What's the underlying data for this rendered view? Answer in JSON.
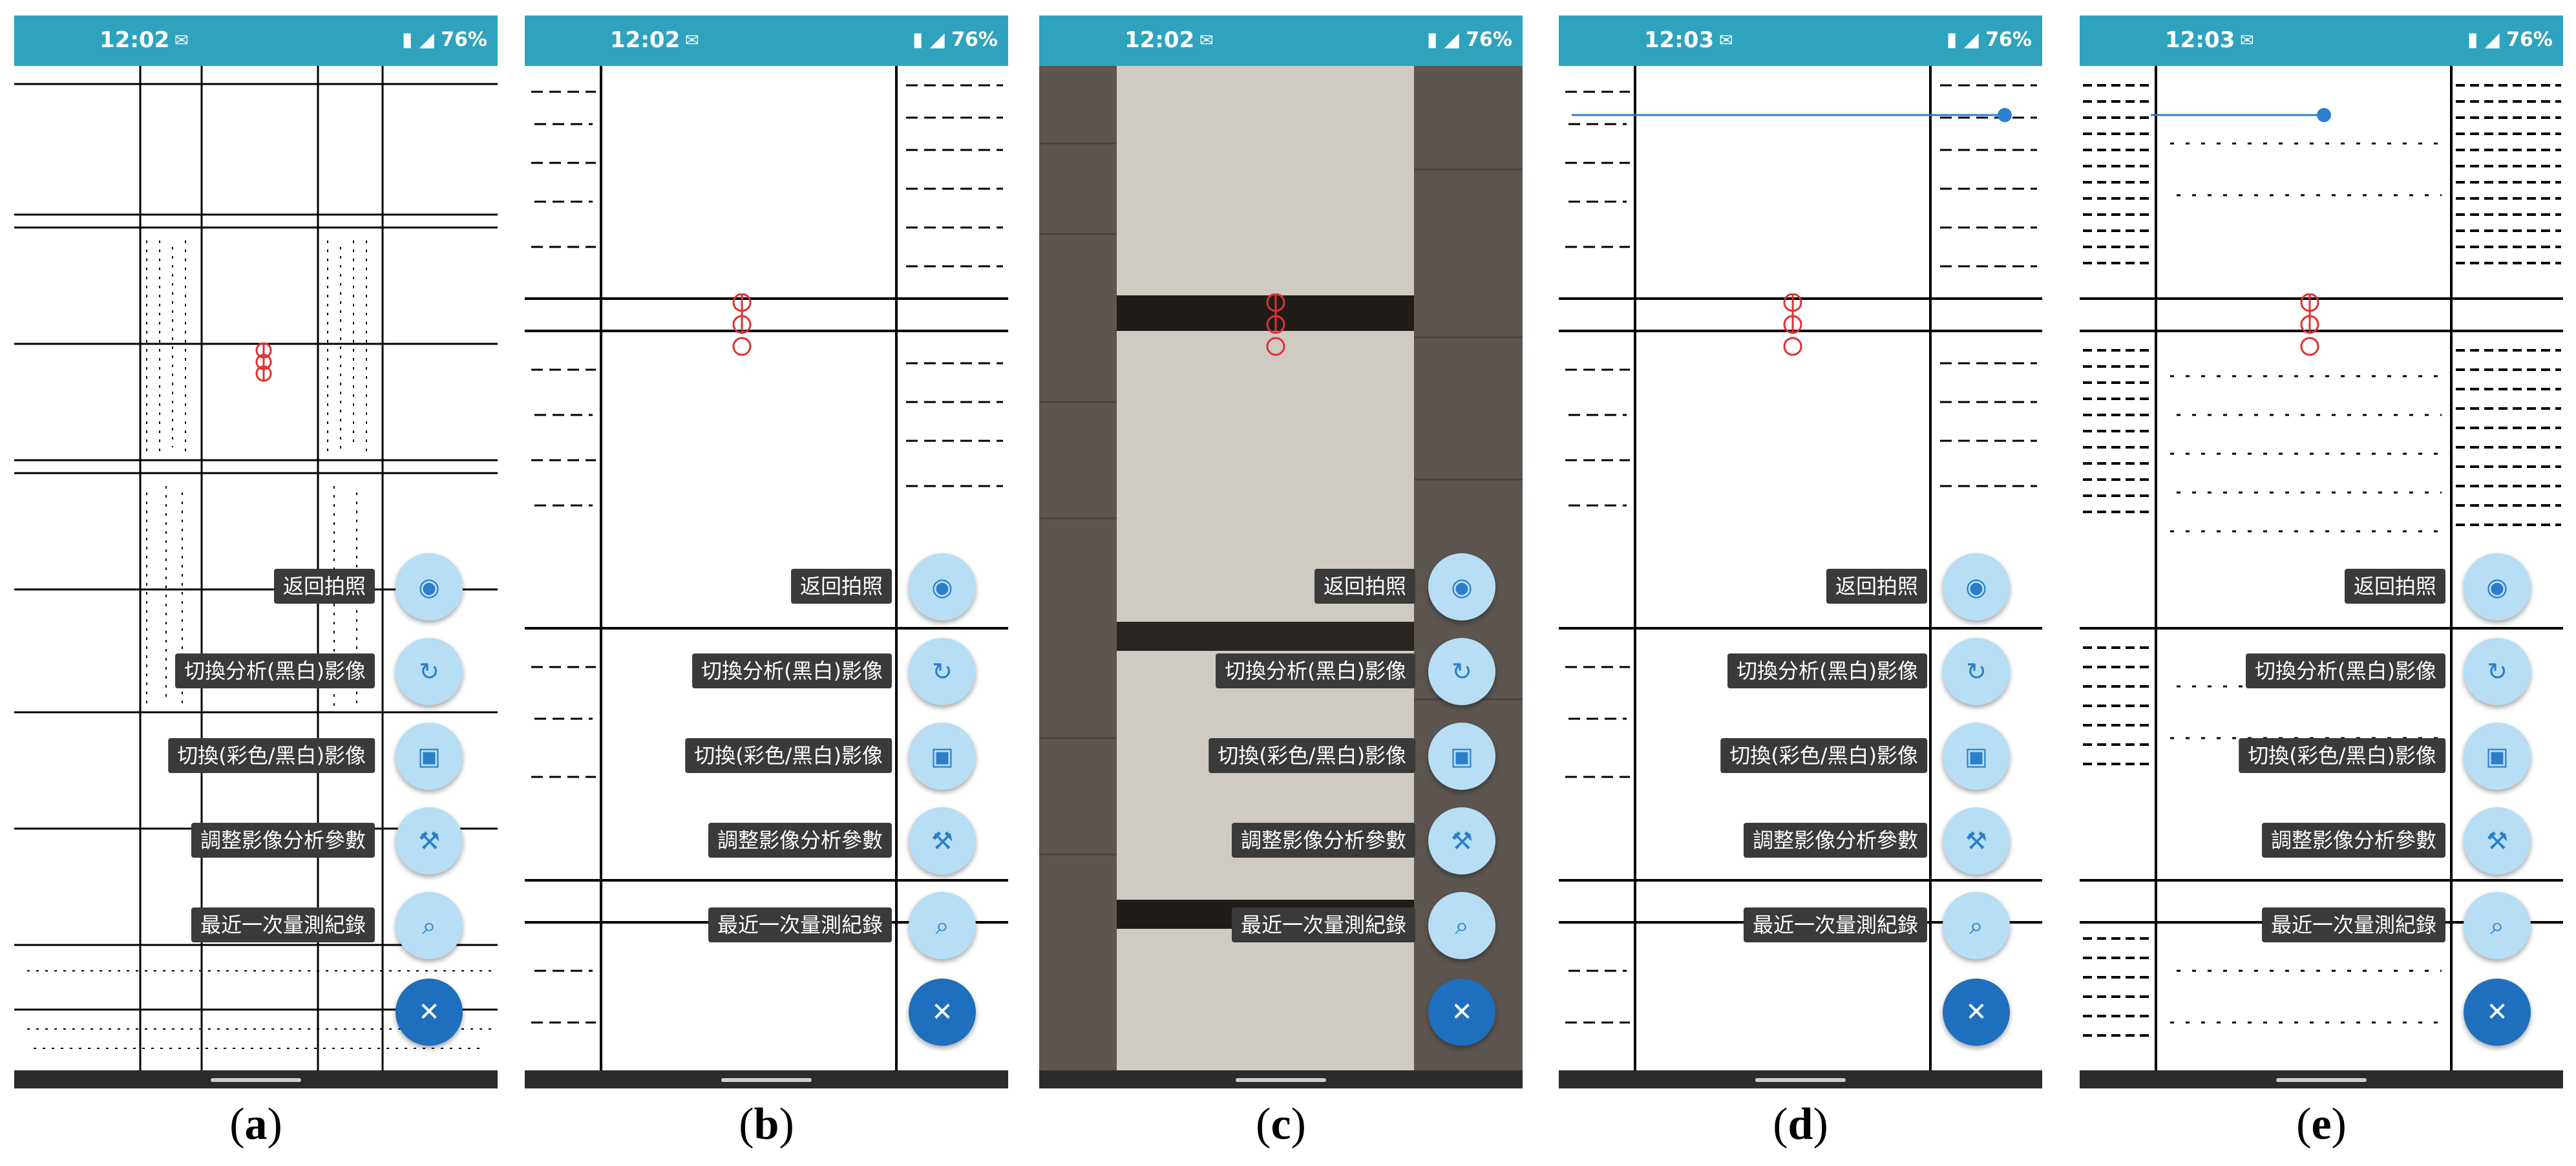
{
  "status_bar": {
    "time_a": "12:02",
    "time_b": "12:02",
    "time_c": "12:02",
    "time_d": "12:03",
    "time_e": "12:03",
    "battery": "76%",
    "icons": [
      "message-icon",
      "sim-icon",
      "signal-4g-icon",
      "wifi-icon",
      "battery-icon"
    ]
  },
  "menu": {
    "items": [
      {
        "label": "返回拍照",
        "icon": "camera-aperture-icon"
      },
      {
        "label": "切換分析(黑白)影像",
        "icon": "swap-icon"
      },
      {
        "label": "切換(彩色/黑白)影像",
        "icon": "image-gallery-icon"
      },
      {
        "label": "調整影像分析參數",
        "icon": "tools-icon"
      },
      {
        "label": "最近一次量測紀錄",
        "icon": "search-icon"
      }
    ],
    "close_icon": "close-icon"
  },
  "captions": {
    "a_open": "(",
    "a_letter": "a",
    "a_close": ")",
    "b_open": "(",
    "b_letter": "b",
    "b_close": ")",
    "c_open": "(",
    "c_letter": "c",
    "c_close": ")",
    "d_open": "(",
    "d_letter": "d",
    "d_close": ")",
    "e_open": "(",
    "e_letter": "e",
    "e_close": ")"
  },
  "colors": {
    "status_bar": "#2fa3bd",
    "fab": "#b7def5",
    "fab_close": "#1e6fbd",
    "label_bg": "#3a3a3a",
    "marker": "#e03030",
    "measure_line": "#2d7fd0"
  }
}
